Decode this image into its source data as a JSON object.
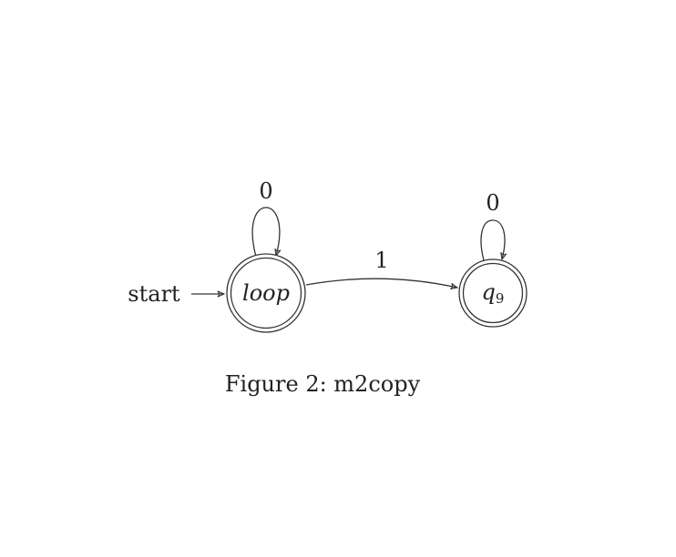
{
  "diagram": {
    "start_label": "start",
    "states": [
      {
        "id": "loop",
        "label": "loop",
        "accepting": true,
        "initial": true
      },
      {
        "id": "q9",
        "label": "q",
        "subscript": "9",
        "accepting": true,
        "initial": false
      }
    ],
    "transitions": [
      {
        "from": "loop",
        "to": "loop",
        "label": "0"
      },
      {
        "from": "loop",
        "to": "q9",
        "label": "1"
      },
      {
        "from": "q9",
        "to": "q9",
        "label": "0"
      }
    ],
    "caption": "Figure 2: m2copy"
  }
}
